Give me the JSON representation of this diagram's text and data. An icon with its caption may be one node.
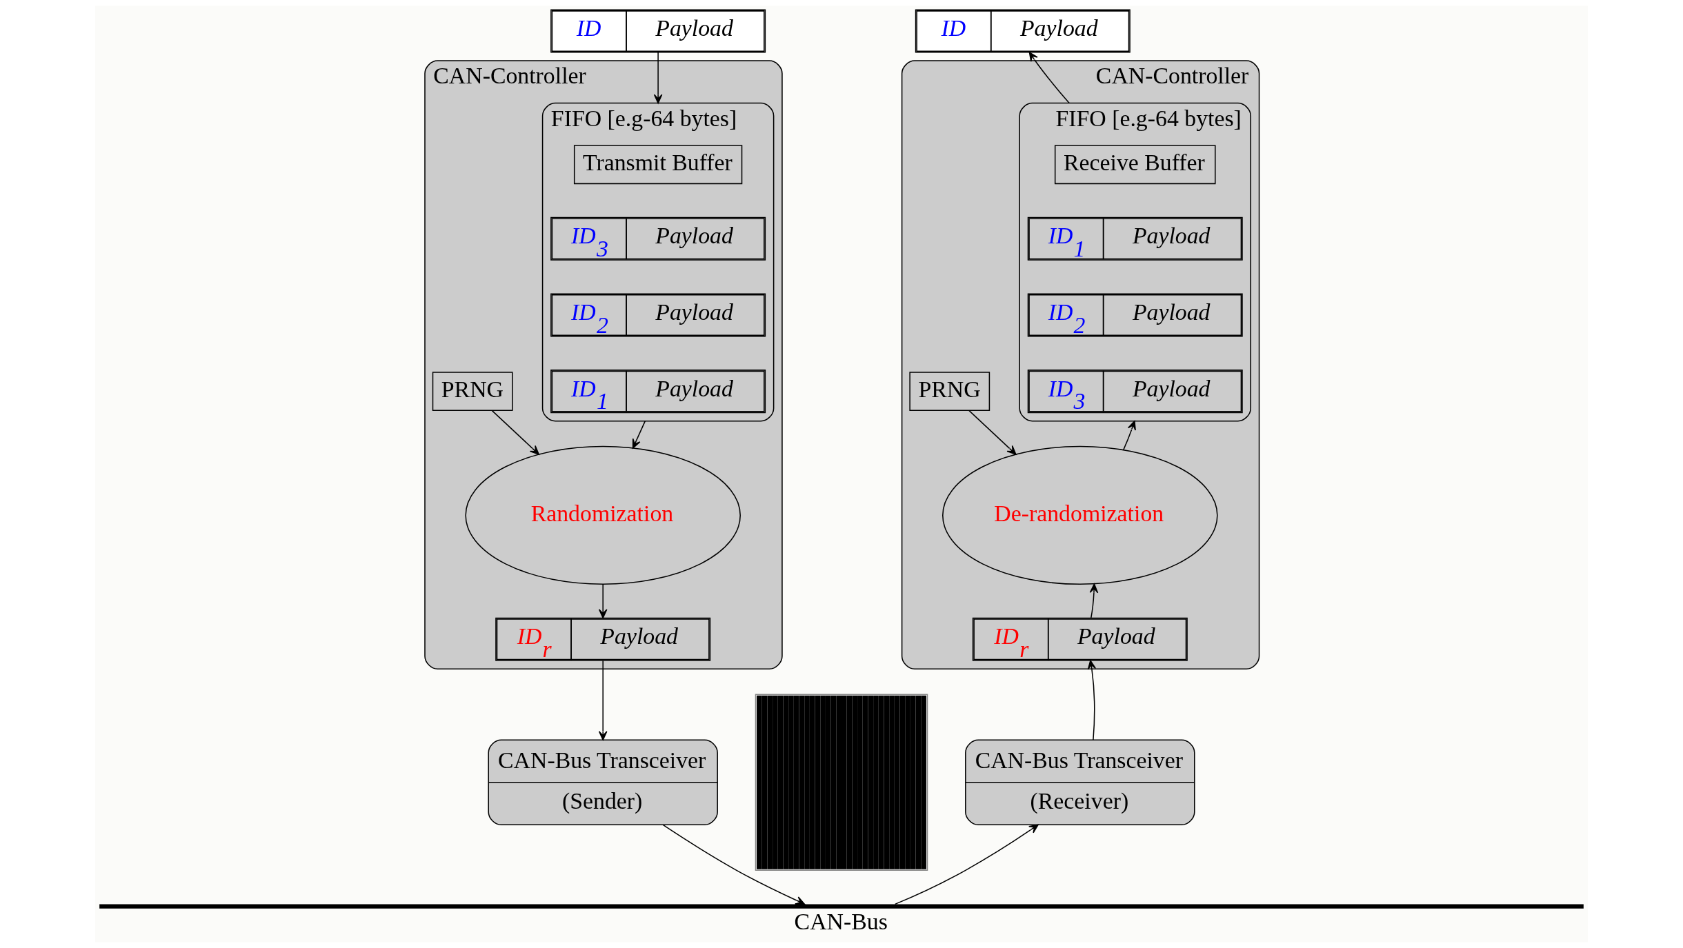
{
  "diagram": {
    "nodes": [
      {
        "text": [
          "ID",
          "Payload"
        ]
      },
      {
        "text": [
          "CAN-Controller"
        ]
      },
      {
        "text": [
          "FIFO [e.g-64 bytes]"
        ],
        "in": 1
      },
      {
        "text": [
          "Transmit Buffer"
        ],
        "in": 2
      },
      {
        "text": [
          "ID$_{3}$",
          "Payload"
        ],
        "in": 2
      },
      {
        "text": [
          "ID$_{2}$",
          "Payload"
        ],
        "in": 2
      },
      {
        "text": [
          "ID$_{1}$",
          "Payload"
        ],
        "in": 2
      },
      {
        "text": [
          "PRNG"
        ],
        "in": 1
      },
      {
        "text": [
          "Randomization"
        ],
        "in": 1
      },
      {
        "text": [
          "ID$_{r}$",
          "Payload"
        ],
        "in": 1
      },
      {
        "text": [
          "CAN-Bus Transceiver",
          "(Sender)"
        ]
      },
      {
        "text": [
          "ID",
          "Payload"
        ]
      },
      {
        "text": [
          "CAN-Controller"
        ]
      },
      {
        "text": [
          "FIFO [e.g-64 bytes]"
        ],
        "in": 12
      },
      {
        "text": [
          "Receive Buffer"
        ],
        "in": 13
      },
      {
        "text": [
          "ID$_{1}$",
          "Payload"
        ],
        "in": 13
      },
      {
        "text": [
          "ID$_{2}$",
          "Payload"
        ],
        "in": 13
      },
      {
        "text": [
          "ID$_{3}$",
          "Payload"
        ],
        "in": 13
      },
      {
        "text": [
          "PRNG"
        ],
        "in": 12
      },
      {
        "text": [
          "De-randomization"
        ],
        "in": 12
      },
      {
        "text": [
          "ID$_{r}$",
          "Payload"
        ],
        "in": 12
      },
      {
        "text": [
          "CAN-Bus Transceiver",
          "(Receiver)"
        ]
      },
      {
        "text": [
          "CAN-Bus"
        ]
      },
      {
        "text": [],
        "shape": "picture"
      }
    ],
    "edges": [
      {
        "from": 0,
        "to": 2,
        "arrow": "to"
      },
      {
        "from": 2,
        "to": 8,
        "arrow": "to"
      },
      {
        "from": 7,
        "to": 8,
        "arrow": "to"
      },
      {
        "from": 8,
        "to": 9,
        "arrow": "to"
      },
      {
        "from": 9,
        "to": 10,
        "arrow": "to"
      },
      {
        "from": 10,
        "to": 22,
        "arrow": "to"
      },
      {
        "from": 22,
        "to": 21,
        "arrow": "to"
      },
      {
        "from": 21,
        "to": 20,
        "arrow": "to"
      },
      {
        "from": 20,
        "to": 19,
        "arrow": "to"
      },
      {
        "from": 18,
        "to": 19,
        "arrow": "to"
      },
      {
        "from": 19,
        "to": 13,
        "arrow": "to"
      },
      {
        "from": 13,
        "to": 11,
        "arrow": "to"
      }
    ]
  }
}
